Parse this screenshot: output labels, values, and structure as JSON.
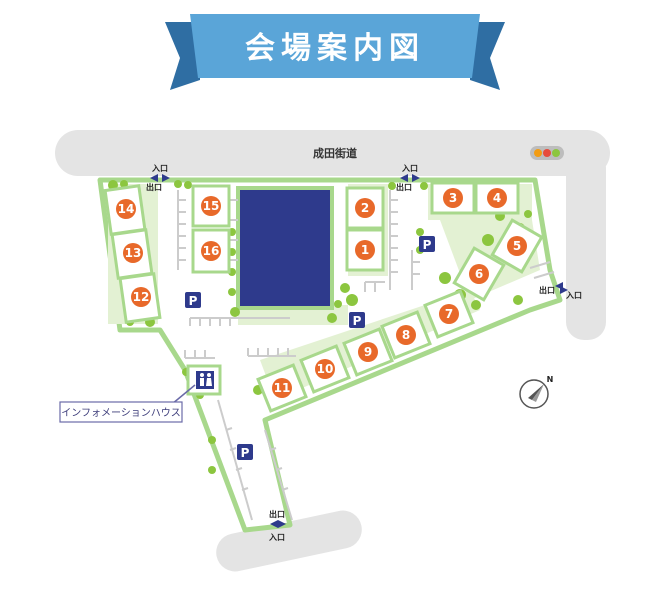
{
  "title": "会場案内図",
  "road_label": "成田街道",
  "gates": {
    "entrance": "入口",
    "exit": "出口"
  },
  "parking_label": "P",
  "info_house_label": "インフォメーションハウス",
  "booths": [
    "1",
    "2",
    "3",
    "4",
    "5",
    "6",
    "7",
    "8",
    "9",
    "10",
    "11",
    "12",
    "13",
    "14",
    "15",
    "16"
  ],
  "colors": {
    "banner": "#5aa5d8",
    "banner_dark": "#2f6ea3",
    "road": "#e4e4e4",
    "lot": "#ffffff",
    "lot_border": "#a8d88c",
    "booth": "#e8692a",
    "parking": "#2e3a8c",
    "pool": "#2e3a8c",
    "tree": "#8cc63f",
    "grass": "#cfe8b0"
  },
  "icons": {
    "compass": "north-arrow-icon",
    "restroom": "restroom-icon",
    "traffic_light": "traffic-light-icon"
  }
}
